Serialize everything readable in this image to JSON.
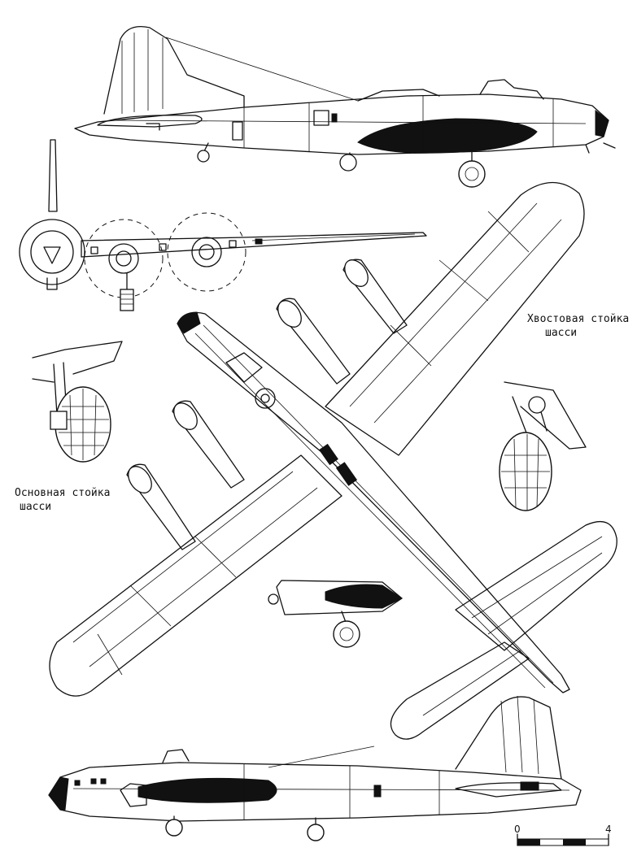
{
  "labels": {
    "tail_gear_line1": "Хвостовая стойка",
    "tail_gear_line2": "шасси",
    "main_gear_line1": "Основная стойка",
    "main_gear_line2": "шасси"
  },
  "scale": {
    "start": "0",
    "end": "4"
  },
  "colors": {
    "ink": "#111111",
    "paper": "#ffffff"
  }
}
